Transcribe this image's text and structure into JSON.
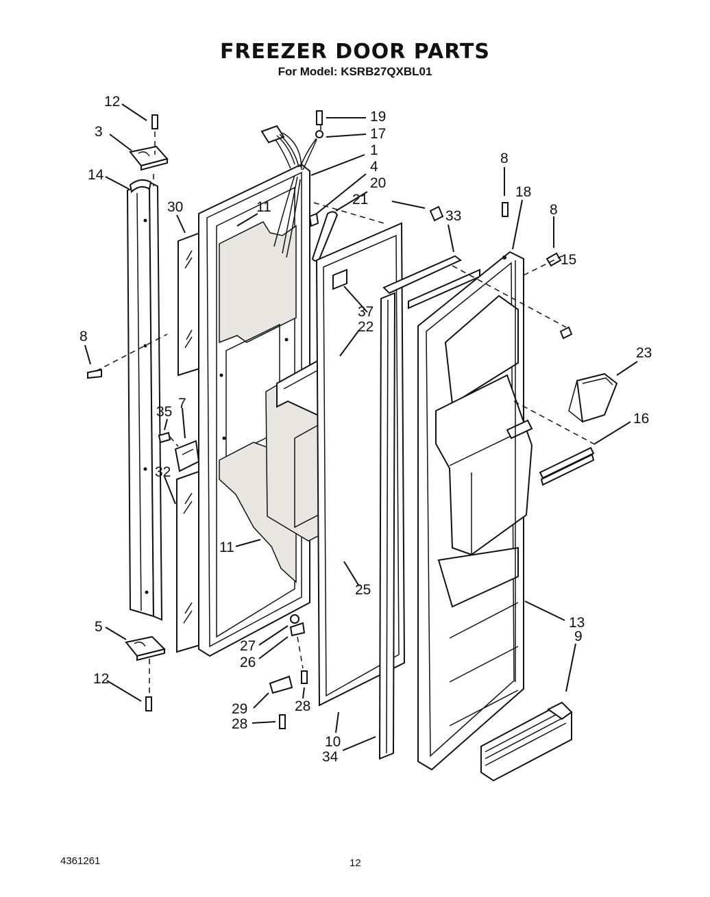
{
  "title": "FREEZER DOOR PARTS",
  "subtitle": "For Model: KSRB27QXBL01",
  "doc_number": "4361261",
  "page_number": "12",
  "callouts": [
    "12",
    "3",
    "14",
    "30",
    "11",
    "19",
    "17",
    "1",
    "4",
    "20",
    "21",
    "33",
    "8",
    "18",
    "8",
    "15",
    "37",
    "22",
    "8",
    "23",
    "35",
    "7",
    "16",
    "32",
    "11",
    "25",
    "13",
    "9",
    "5",
    "27",
    "26",
    "12",
    "28",
    "29",
    "28",
    "10",
    "34"
  ]
}
